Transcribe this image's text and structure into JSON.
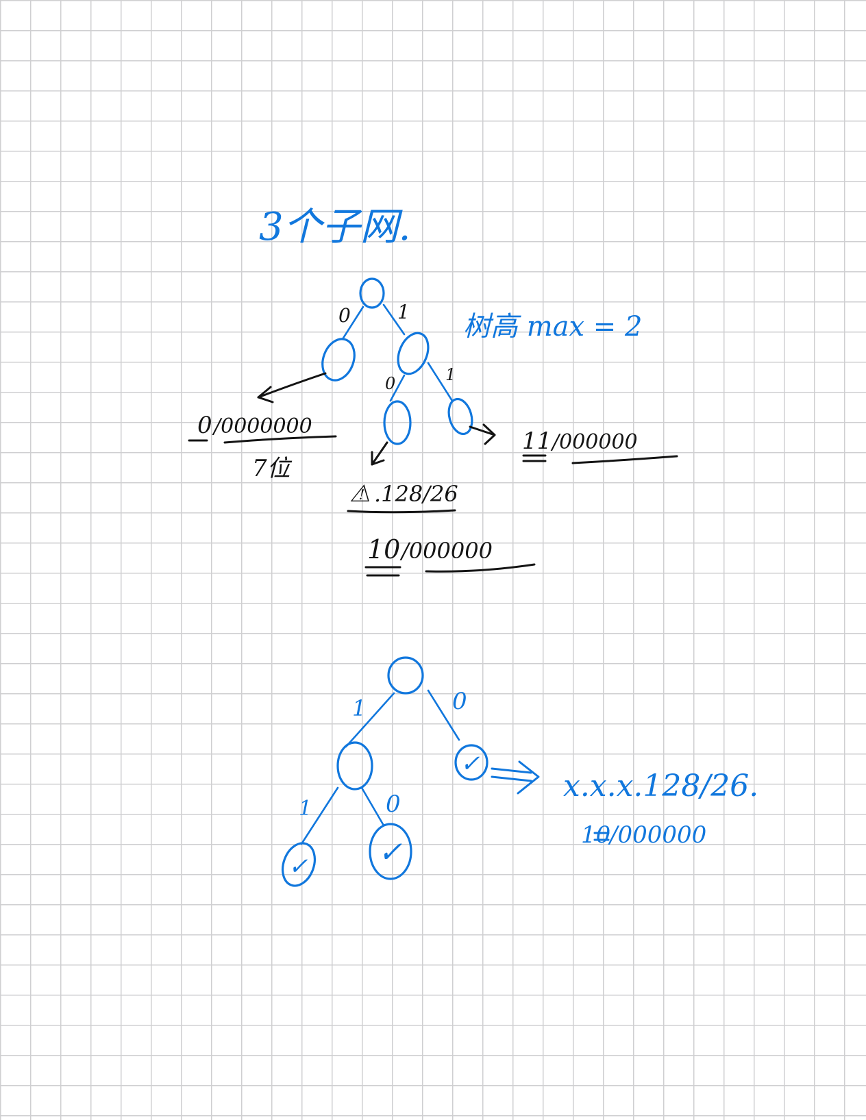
{
  "title": "3个子网.",
  "depth_note": "树高 max = 2",
  "tree1": {
    "edges": {
      "root_left": "0",
      "root_right": "1",
      "right_left": "0",
      "right_right": "1"
    },
    "subnets": {
      "left": {
        "prefix": "0",
        "host": "/0000000",
        "note": "7位"
      },
      "right_right": {
        "prefix": "11",
        "host": "/000000"
      },
      "right_left": {
        "marker": "⚠",
        "address": ".128/26",
        "prefix": "10",
        "host": "/000000"
      }
    }
  },
  "tree2": {
    "edges": {
      "root_left": "1",
      "root_right": "0",
      "left_left": "1",
      "left_right": "0"
    },
    "note_address": "x.x.x.128/26.",
    "note_binary_prefix": "10",
    "note_binary_host": "/000000",
    "check_glyph": "✓"
  },
  "colors": {
    "ink_blue": "#1177dd",
    "ink_black": "#141414",
    "grid": "#cfcfd1"
  }
}
